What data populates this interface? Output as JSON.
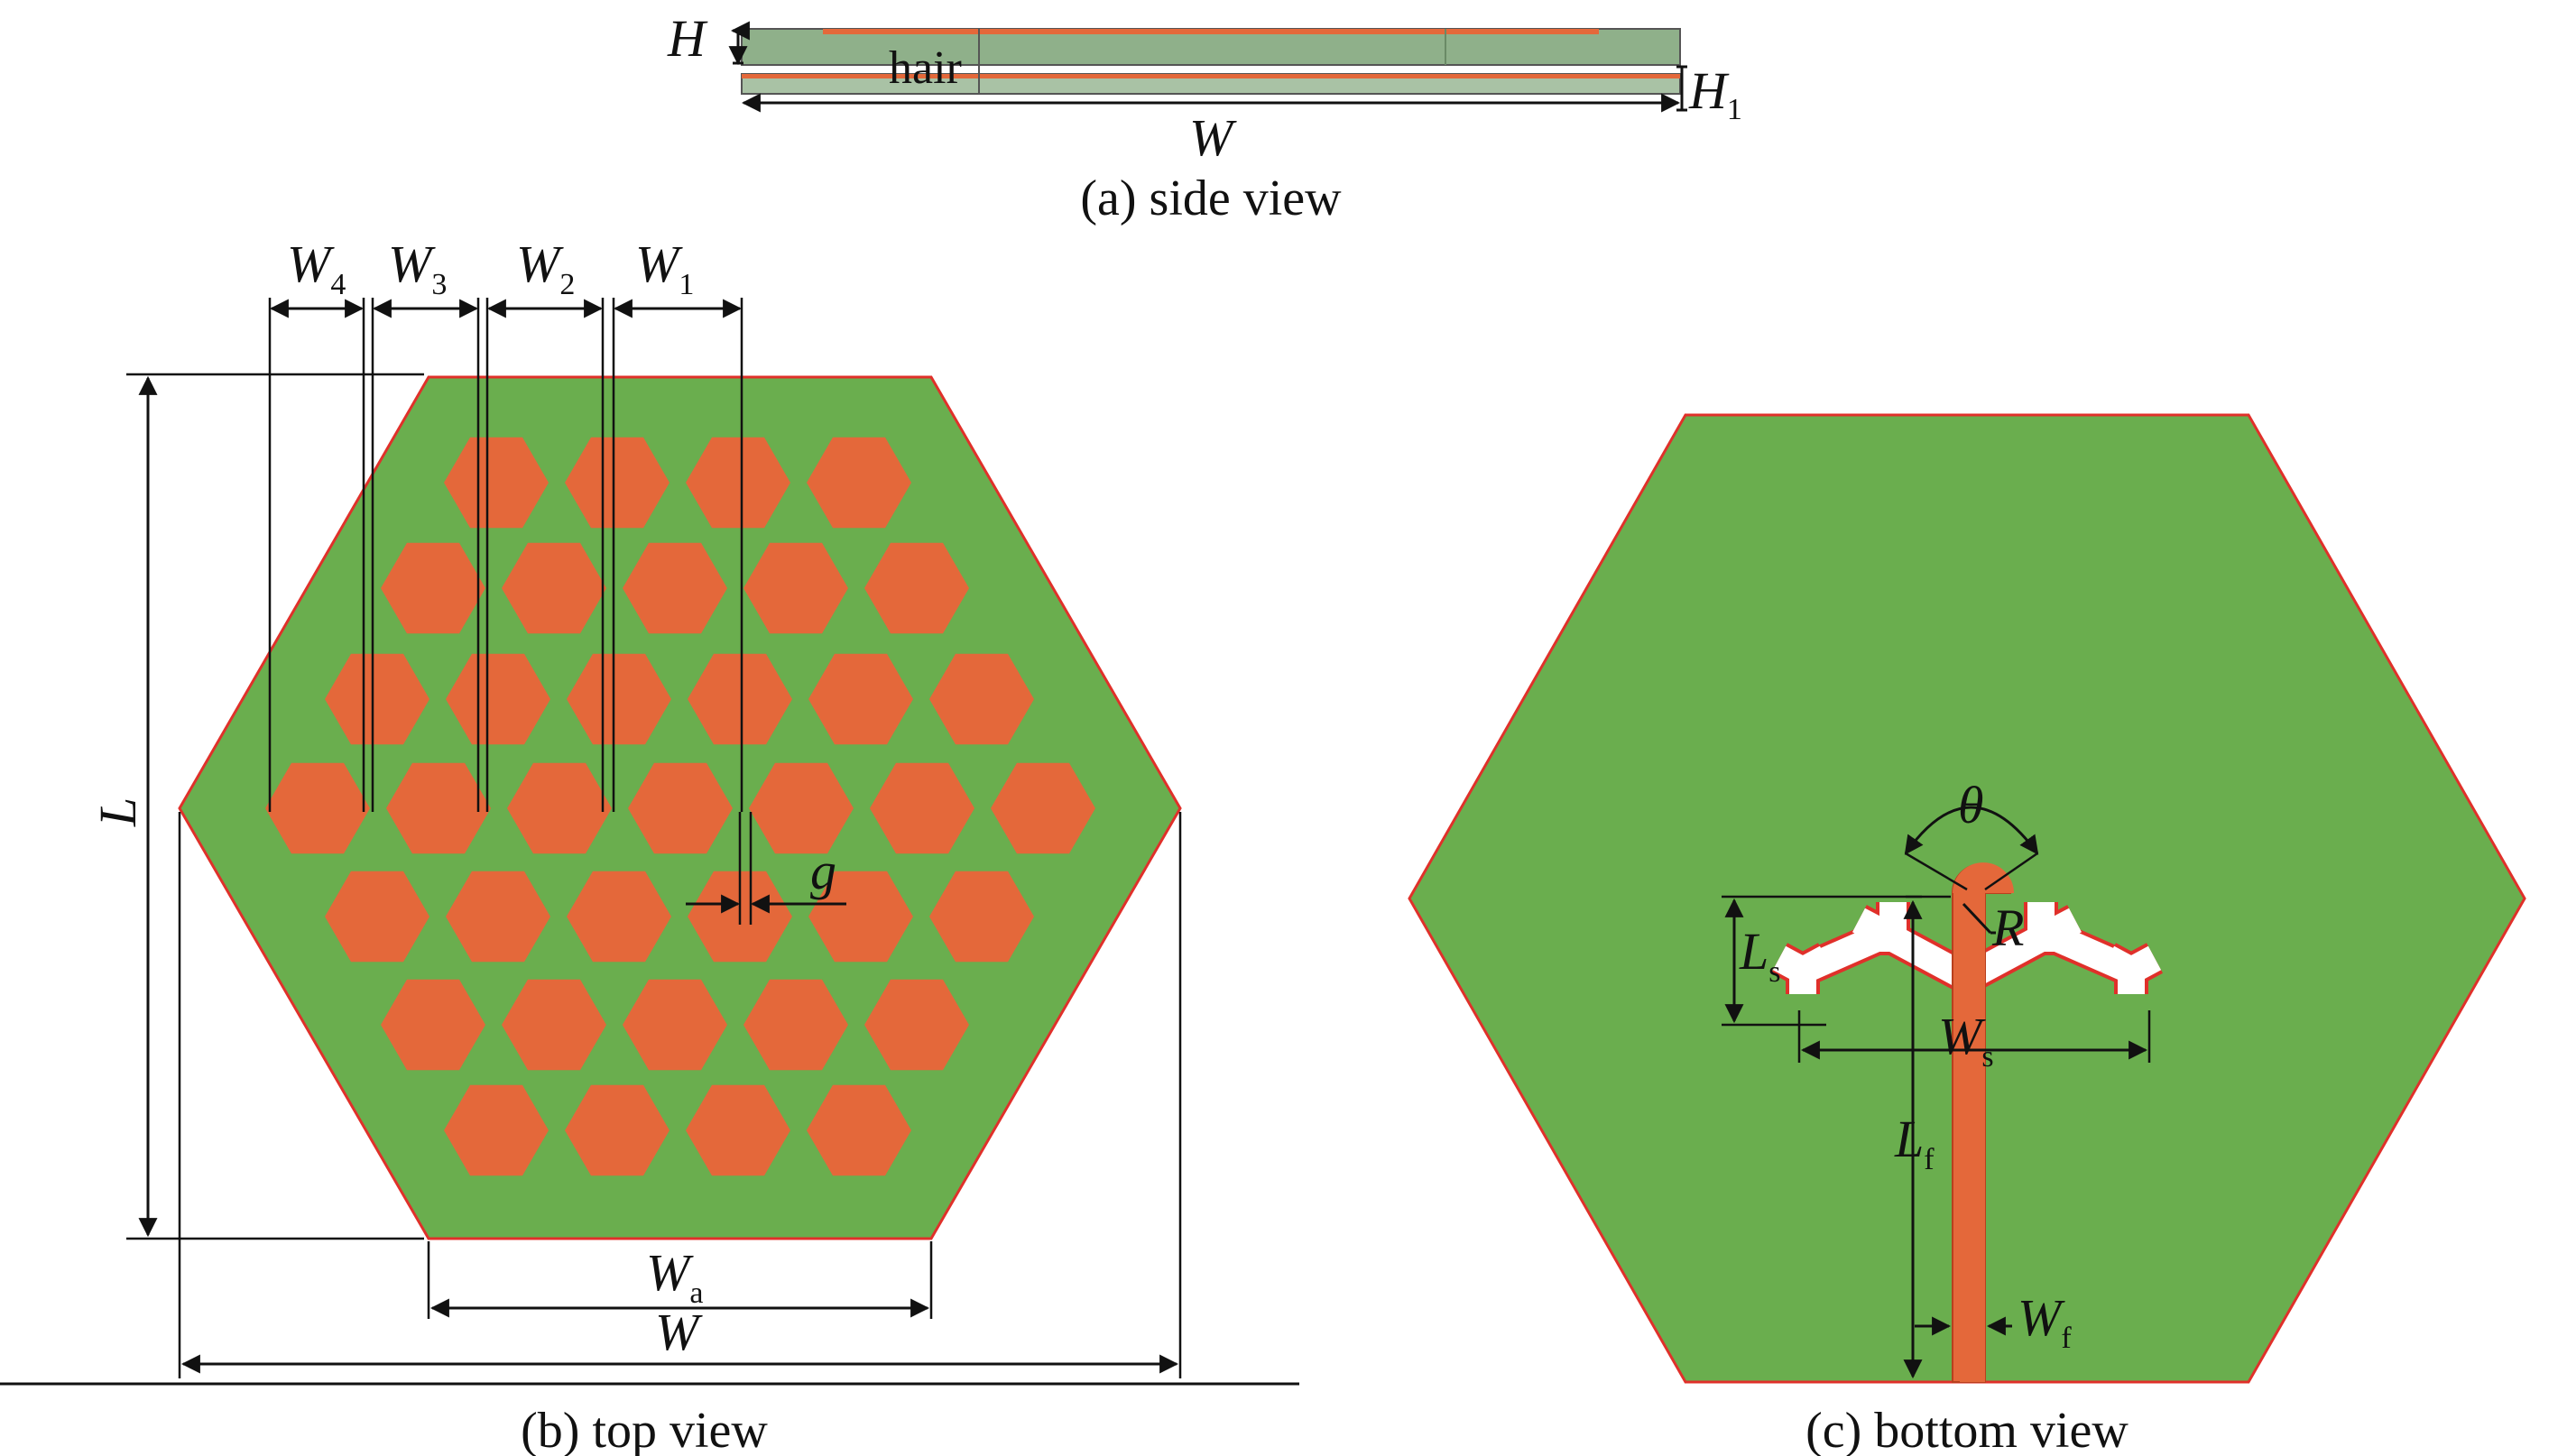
{
  "captions": {
    "side": "(a) side view",
    "top": "(b) top view",
    "bottom": "(c) bottom view"
  },
  "side_view": {
    "H": "H",
    "H1": "H",
    "H1_sub": "1",
    "W": "W",
    "hair": "hair"
  },
  "top_view": {
    "W1": "W",
    "W1_sub": "1",
    "W2": "W",
    "W2_sub": "2",
    "W3": "W",
    "W3_sub": "3",
    "W4": "W",
    "W4_sub": "4",
    "L": "L",
    "g": "g",
    "Wa": "W",
    "Wa_sub": "a",
    "W": "W"
  },
  "bottom_view": {
    "theta": "θ",
    "R": "R",
    "Ls": "L",
    "Ls_sub": "s",
    "Ws": "W",
    "Ws_sub": "s",
    "Lf": "L",
    "Lf_sub": "f",
    "Wf": "W",
    "Wf_sub": "f"
  },
  "colors": {
    "substrate": "#6aae4e",
    "patch": "#e4683a",
    "edge": "#e0302a",
    "side_fill": "#8fb08a"
  }
}
